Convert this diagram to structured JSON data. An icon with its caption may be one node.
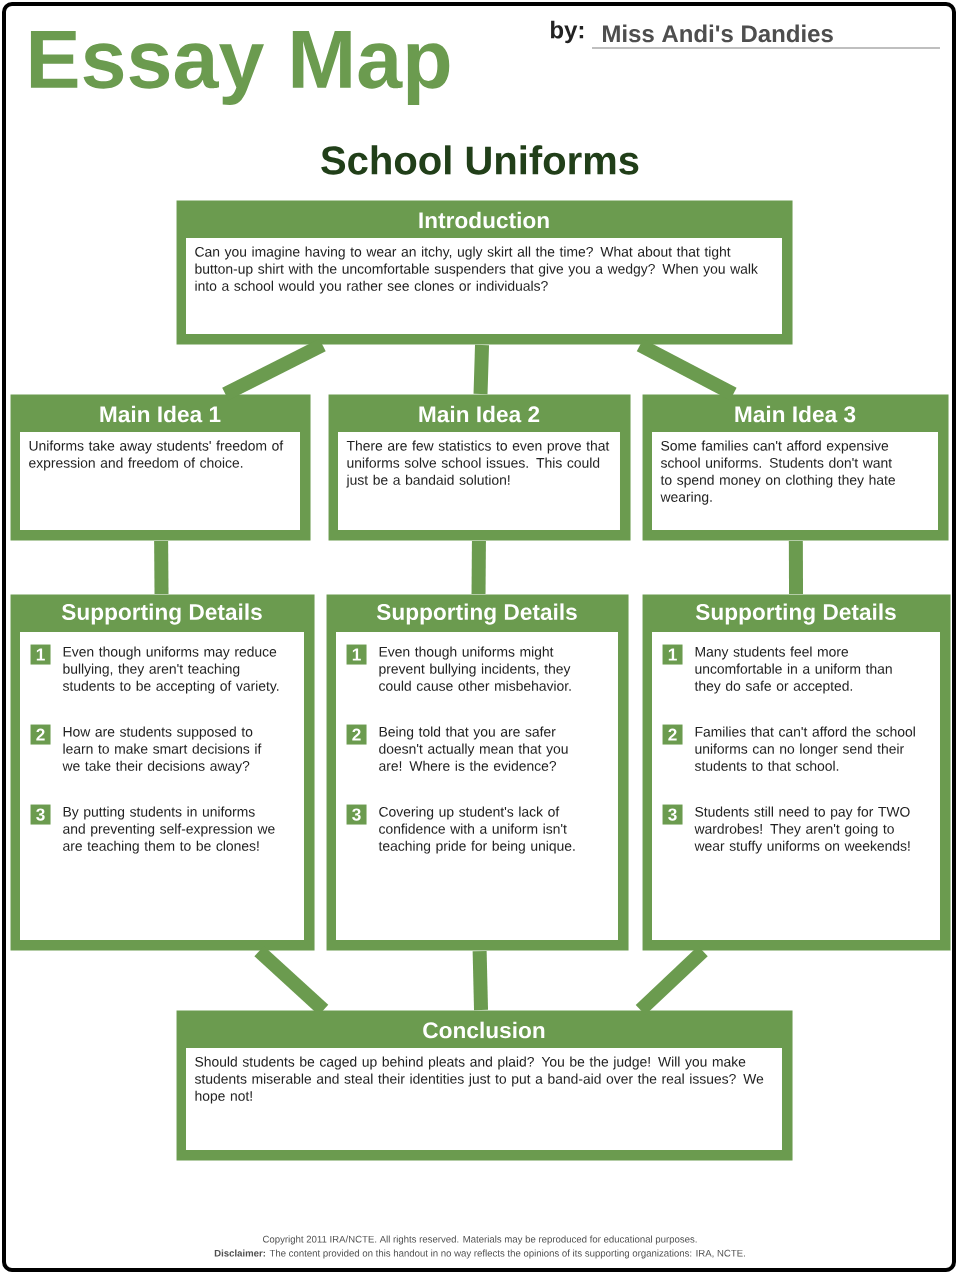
{
  "diagram": {
    "title": "Essay Map",
    "nodes": [
      {
        "text": [
          "Introduction",
          "Can you imagine having to wear an itchy, ugly skirt all the time? What about that tight button-up shirt with the uncomfortable suspenders that give you a wedgy? When you walk into a school would you rather see clones or individuals?"
        ]
      },
      {
        "text": [
          "Main Idea 1",
          "Uniforms take away students' freedom of expression and freedom of choice."
        ]
      },
      {
        "text": [
          "Main Idea 2",
          "There are few statistics to even prove that uniforms solve school issues. This could just be a bandaid solution!"
        ]
      },
      {
        "text": [
          "Main Idea 3",
          "Some families can't afford expensive school uniforms. Students don't want to spend money on clothing they hate wearing."
        ]
      },
      {
        "text": [
          "Supporting Details"
        ]
      },
      {
        "text": [
          "1",
          "Even though uniforms may reduce bullying, they aren't teaching students to be accepting of variety."
        ],
        "in": 4
      },
      {
        "text": [
          "2",
          "How are students supposed to learn to make smart decisions if we take their decisions away?"
        ],
        "in": 4
      },
      {
        "text": [
          "3",
          "By putting students in uniforms and preventing self-expression we are teaching them to be clones!"
        ],
        "in": 4
      },
      {
        "text": [
          "Supporting Details"
        ]
      },
      {
        "text": [
          "1",
          "Even though uniforms might prevent bullying incidents, they could cause other misbehavior."
        ],
        "in": 8
      },
      {
        "text": [
          "2",
          "Being told that you are safer doesn't actually mean that you are! Where is the evidence?"
        ],
        "in": 8
      },
      {
        "text": [
          "3",
          "Covering up student's lack of confidence with a uniform isn't teaching pride for being unique."
        ],
        "in": 8
      },
      {
        "text": [
          "Supporting Details"
        ]
      },
      {
        "text": [
          "1",
          "Many students feel more uncomfortable in a uniform than they do safe or accepted."
        ],
        "in": 12
      },
      {
        "text": [
          "2",
          "Families that can't afford the school uniforms can no longer send their students to that school."
        ],
        "in": 12
      },
      {
        "text": [
          "3",
          "Students still need to pay for TWO wardrobes! They aren't going to wear stuffy uniforms on weekends!"
        ],
        "in": 12
      },
      {
        "text": [
          "Conclusion",
          "Should students be caged up behind pleats and plaid? You be the judge! Will you make students miserable and steal their identities just to put a band-aid over the real issues? We hope not!"
        ]
      }
    ],
    "edges": [
      {
        "from": 0,
        "to": 1,
        "arrow": "none"
      },
      {
        "from": 0,
        "to": 2,
        "arrow": "none"
      },
      {
        "from": 0,
        "to": 3,
        "arrow": "none"
      },
      {
        "from": 1,
        "to": 4,
        "arrow": "none"
      },
      {
        "from": 2,
        "to": 8,
        "arrow": "none"
      },
      {
        "from": 3,
        "to": 12,
        "arrow": "none"
      },
      {
        "from": 4,
        "to": 16,
        "arrow": "none"
      },
      {
        "from": 8,
        "to": 16,
        "arrow": "none"
      },
      {
        "from": 12,
        "to": 16,
        "arrow": "none"
      }
    ],
    "labels": [
      "by:",
      "Miss Andi's Dandies",
      "School Uniforms",
      "Copyright 2011 IRA/NCTE. All rights reserved. Materials may be reproduced for educational purposes.",
      "**Disclaimer:** The content provided on this handout in no way reflects the opinions of its supporting organizations: IRA, NCTE."
    ]
  }
}
